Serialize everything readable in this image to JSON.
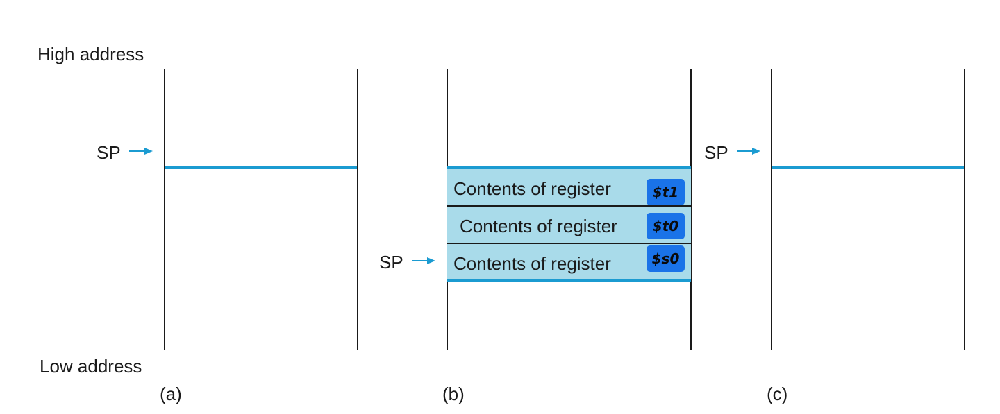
{
  "labels": {
    "high_address": "High address",
    "low_address": "Low address"
  },
  "panels": {
    "a": {
      "caption": "(a)",
      "sp_label": "SP"
    },
    "b": {
      "caption": "(b)",
      "sp_label": "SP",
      "rows": [
        {
          "text": "Contents of register",
          "register": "$t1"
        },
        {
          "text": "Contents of register",
          "register": "$t0"
        },
        {
          "text": "Contents of register",
          "register": "$s0"
        }
      ]
    },
    "c": {
      "caption": "(c)",
      "sp_label": "SP"
    }
  },
  "colors": {
    "accent": "#1b9bd1",
    "stack_fill": "#a9dbea",
    "register_badge": "#1a73e8",
    "line": "#1a1a1a"
  },
  "icons": {
    "sp_arrow": "arrow-right-icon"
  }
}
